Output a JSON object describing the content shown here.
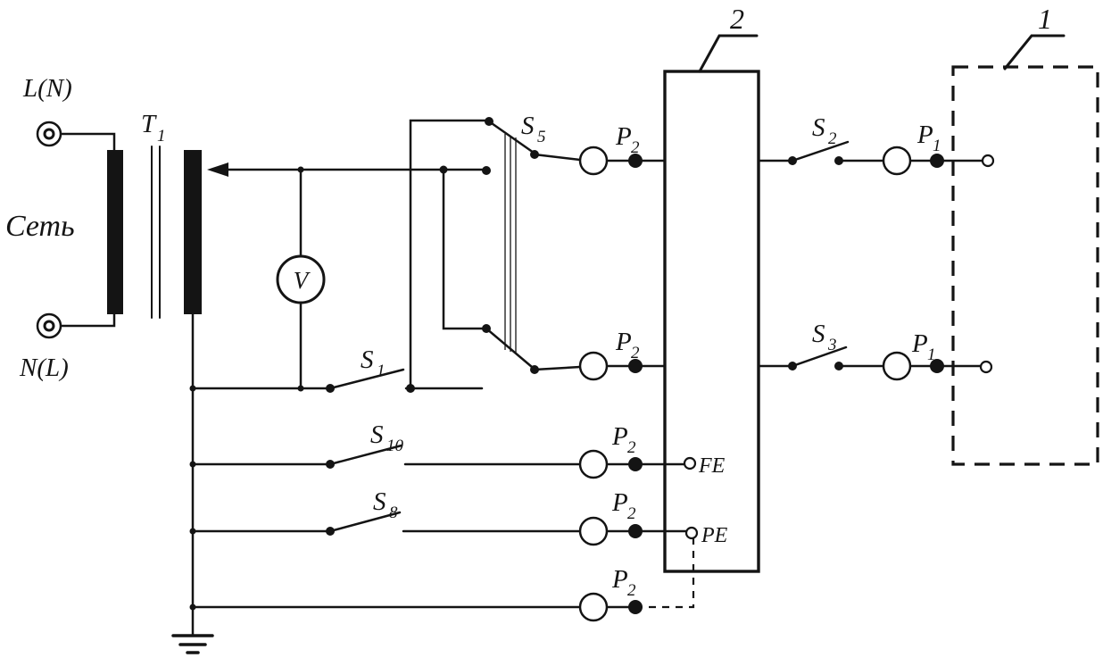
{
  "colors": {
    "ink": "#141414",
    "background": "#ffffff"
  },
  "labels": {
    "terminal_top": "L(N)",
    "terminal_bottom": "N(L)",
    "mains": "Сеть",
    "transformer": {
      "main": "T",
      "sub": "1"
    },
    "voltmeter": "V",
    "s5": {
      "main": "S",
      "sub": "5"
    },
    "s1": {
      "main": "S",
      "sub": "1"
    },
    "s10": {
      "main": "S",
      "sub": "10"
    },
    "s8": {
      "main": "S",
      "sub": "8"
    },
    "s2": {
      "main": "S",
      "sub": "2"
    },
    "s3": {
      "main": "S",
      "sub": "3"
    },
    "p2": {
      "main": "P",
      "sub": "2"
    },
    "p1": {
      "main": "P",
      "sub": "1"
    },
    "fe": "FE",
    "pe": "PE",
    "block_device": "2",
    "block_appliance": "1"
  }
}
